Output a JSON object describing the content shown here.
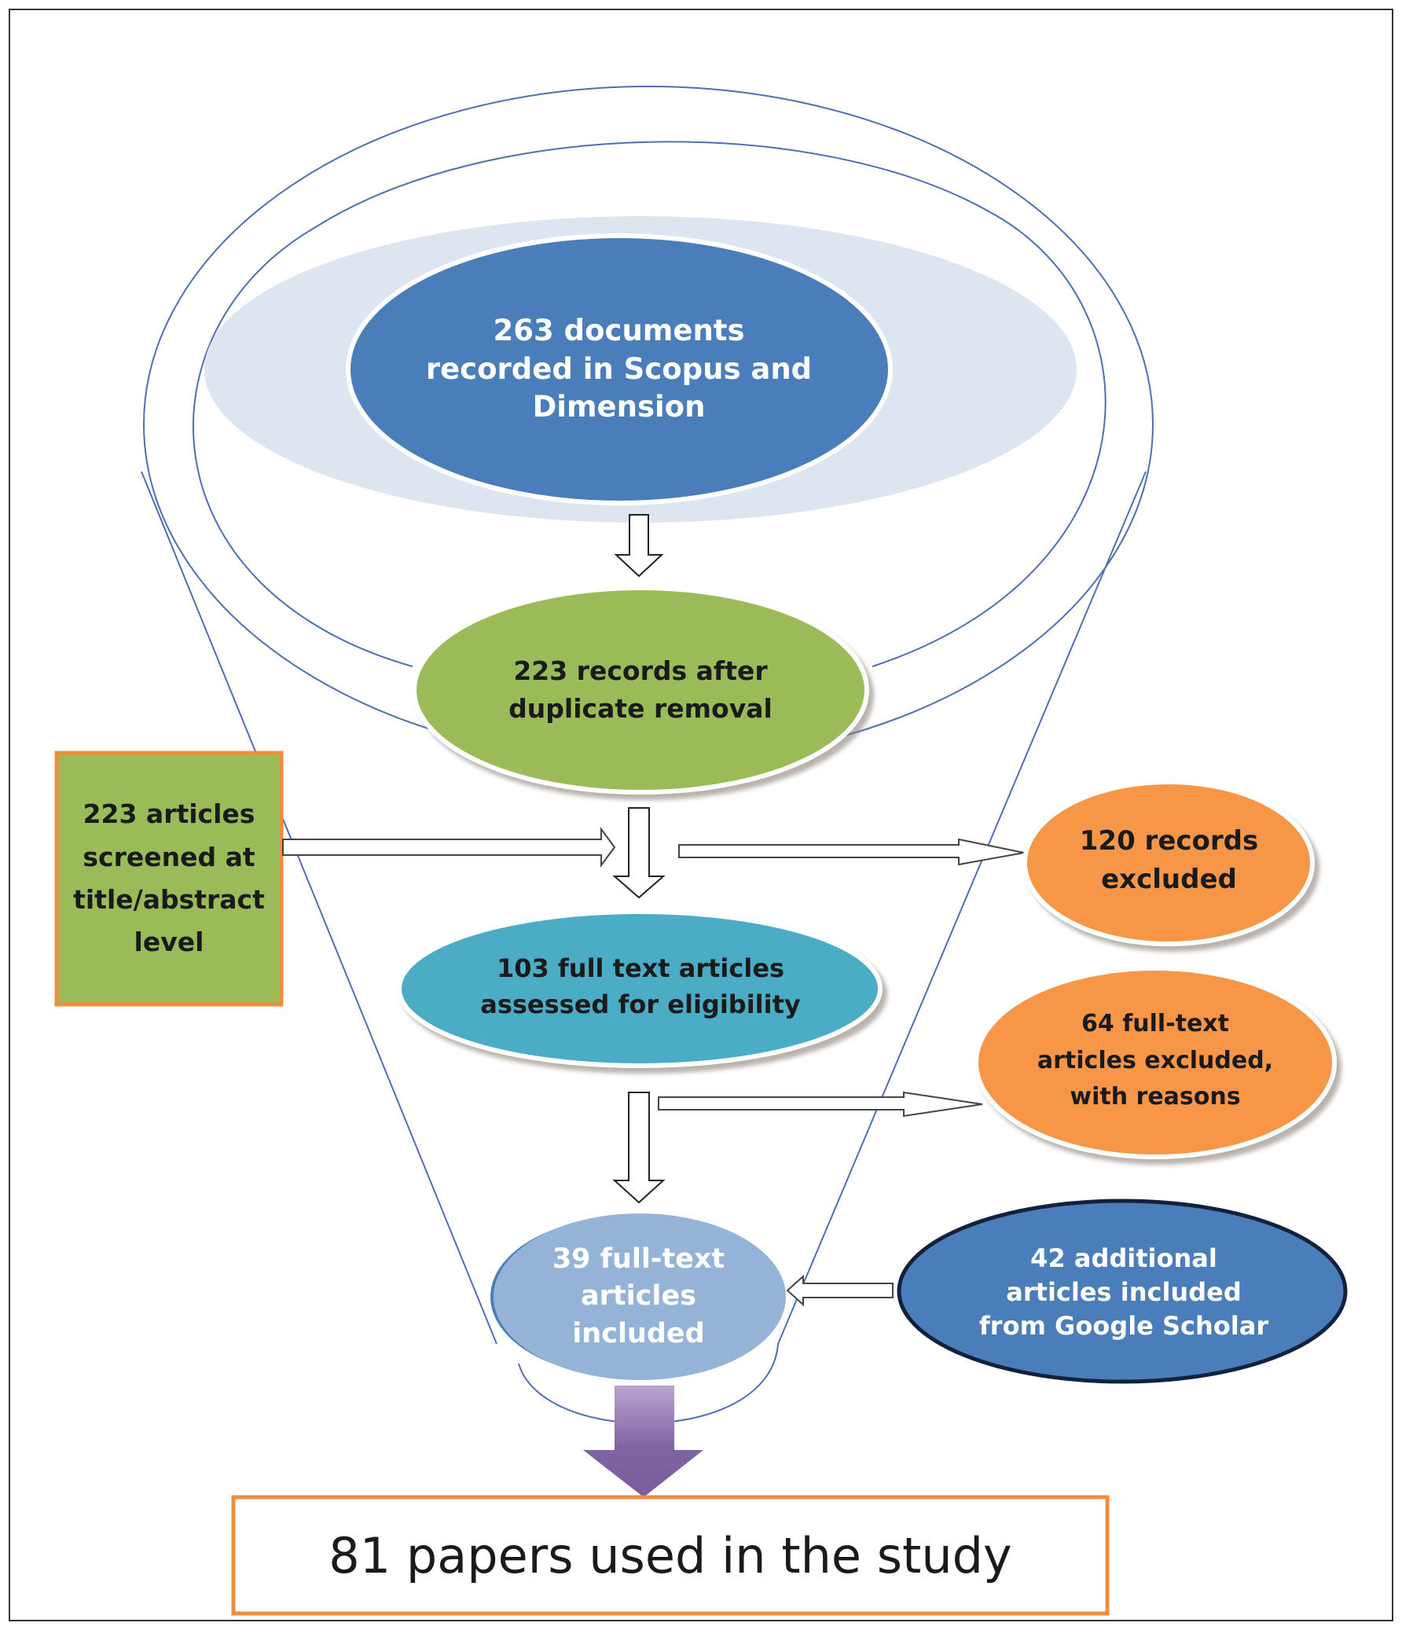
{
  "nodes": {
    "identified": "263 documents recorded in Scopus and Dimension",
    "deduplicated": "223 records after duplicate removal",
    "screened": "223 articles screened at title/abstract level",
    "excluded_records": "120 records excluded",
    "assessed": "103 full text articles assessed for eligibility",
    "excluded_fulltext": "64 full-text articles excluded, with reasons",
    "included": "39 full-text articles included",
    "additional": "42 additional articles included from Google Scholar",
    "final": "81 papers used in the study"
  },
  "colors": {
    "blue": "#4a7ebb",
    "light_blue": "#95b3d7",
    "green": "#9bbb59",
    "teal": "#4bacc6",
    "orange": "#f79646",
    "purple": "#8064a2",
    "outline": "#4f6fae"
  }
}
